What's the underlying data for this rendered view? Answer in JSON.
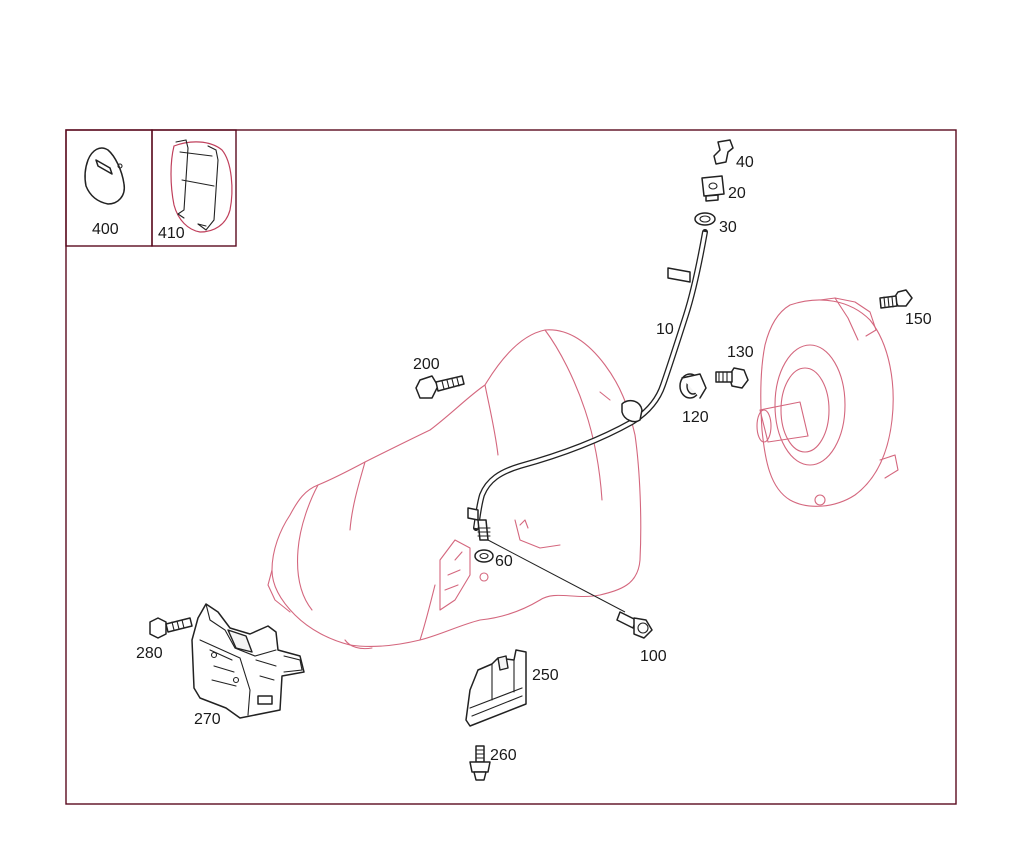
{
  "callouts": {
    "p10": "10",
    "p20": "20",
    "p30": "30",
    "p40": "40",
    "p60": "60",
    "p100": "100",
    "p120": "120",
    "p130": "130",
    "p150": "150",
    "p200": "200",
    "p250": "250",
    "p260": "260",
    "p270": "270",
    "p280": "280",
    "p400": "400",
    "p410": "410"
  },
  "colors": {
    "frame": "#5a0a1e",
    "ghost_outline": "#d4677e",
    "part_outline": "#222222"
  }
}
